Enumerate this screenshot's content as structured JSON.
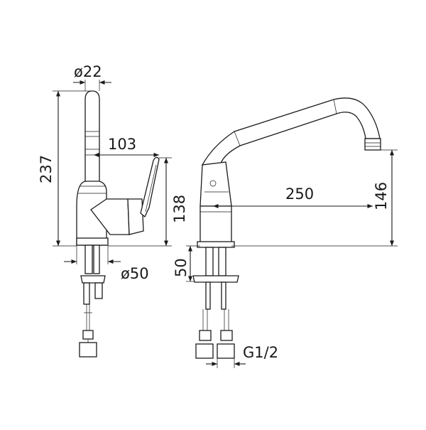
{
  "dimensions": {
    "stem_diameter": "ø22",
    "lever_reach": "103",
    "total_height": "237",
    "body_height": "138",
    "base_diameter": "ø50",
    "spout_reach": "250",
    "spout_height": "146",
    "mounting_depth": "50",
    "connection_thread": "G1/2"
  }
}
